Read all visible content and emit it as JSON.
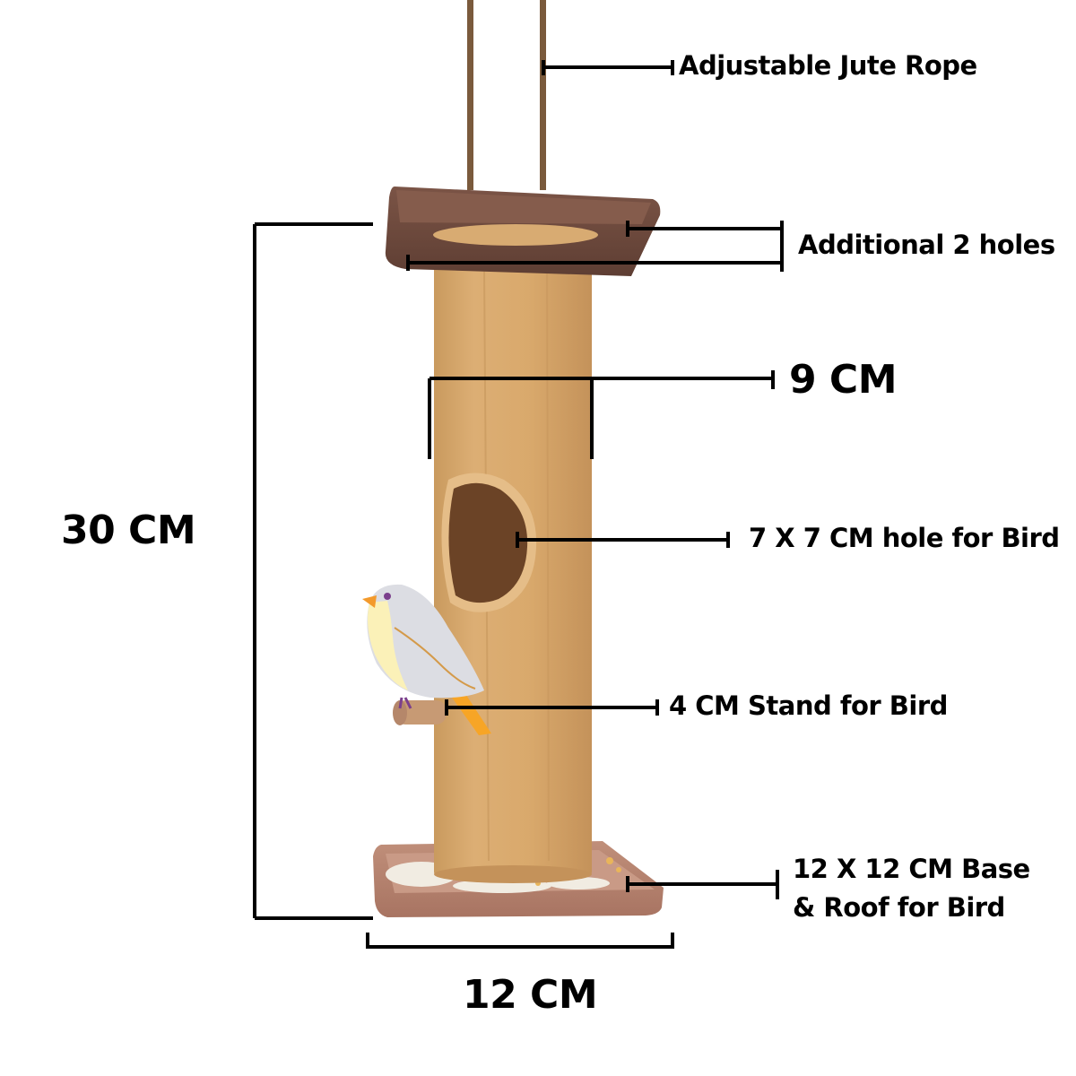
{
  "diagram": {
    "subject": "Wooden bird feeder / bird house with dimension callouts",
    "colors": {
      "background": "#ffffff",
      "annotation_line": "#000000",
      "rope": "#7a5a3c",
      "roof": "#6e4a3c",
      "tube": "#d7a86e",
      "hole_interior": "#6b4326",
      "base": "#b88470",
      "bird_body": "#dcdde3",
      "bird_belly": "#fbf1b8",
      "bird_beak": "#f39a2c",
      "bird_tail": "#f7a526",
      "bird_feet": "#7b3f8c"
    },
    "labels": {
      "rope": "Adjustable Jute Rope",
      "holes": "Additional 2 holes",
      "diameter": "9 CM",
      "height": "30 CM",
      "entrance_hole": "7 X 7 CM hole for Bird",
      "stand": "4 CM Stand for Bird",
      "base_line1": "12 X 12 CM Base",
      "base_line2": "& Roof for Bird",
      "width": "12 CM"
    },
    "dimensions": {
      "total_height_cm": 30,
      "tube_diameter_cm": 9,
      "entrance_hole_cm": "7 X 7",
      "stand_length_cm": 4,
      "base_roof_cm": "12 X 12",
      "base_width_cm": 12,
      "extra_holes": 2
    }
  }
}
